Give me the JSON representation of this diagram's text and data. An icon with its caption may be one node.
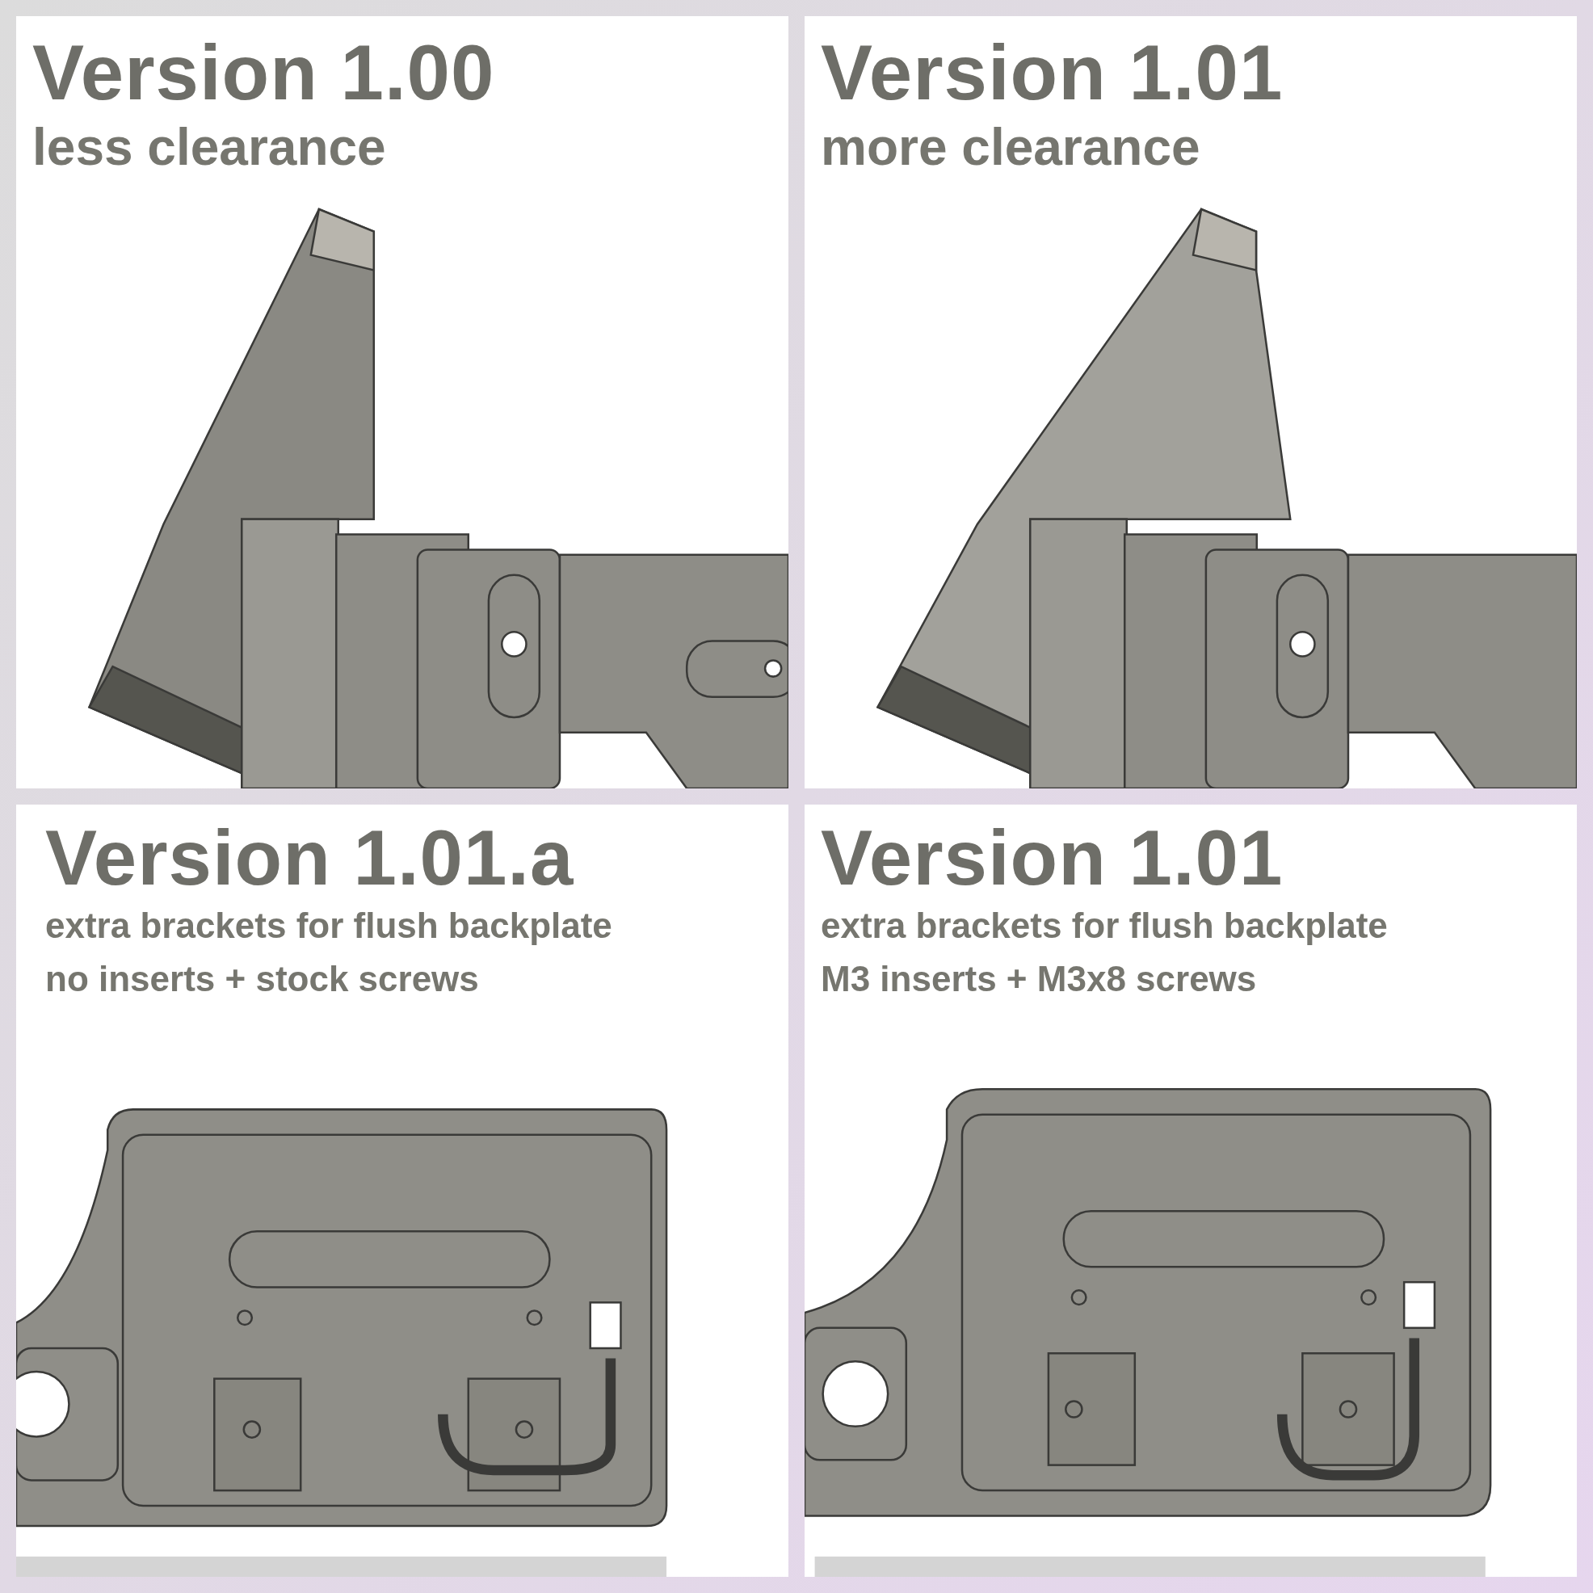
{
  "diagram": {
    "nodes": [
      {
        "text": [
          "Version 1.00",
          "less clearance"
        ]
      },
      {
        "text": [
          "Version 1.01",
          "more clearance"
        ]
      },
      {
        "text": [
          "Version 1.01.a",
          "extra brackets for flush backplate",
          "no inserts + stock screws"
        ]
      },
      {
        "text": [
          "Version 1.01",
          "extra brackets for flush backplate",
          "M3 inserts + M3x8 screws"
        ]
      }
    ]
  }
}
